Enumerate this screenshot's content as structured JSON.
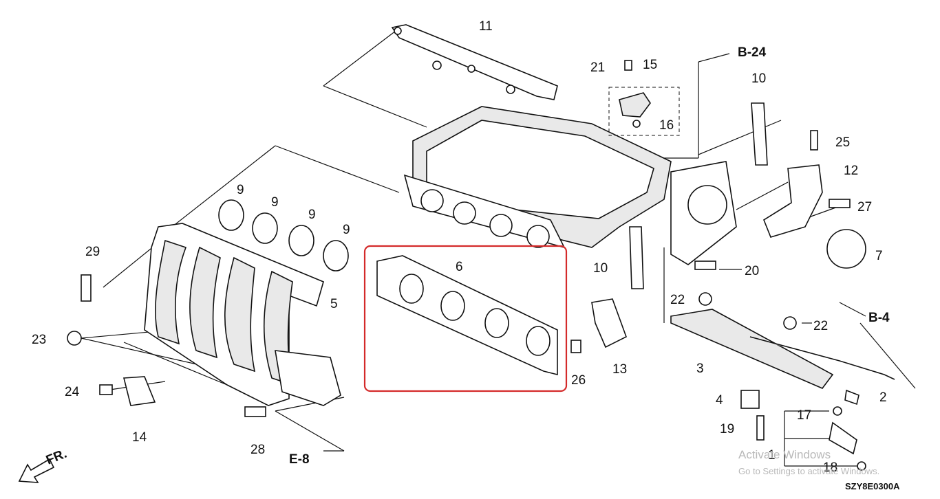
{
  "diagram": {
    "callouts": {
      "p1": "1",
      "p2": "2",
      "p3": "3",
      "p4": "4",
      "p5": "5",
      "p6": "6",
      "p7": "7",
      "p9a": "9",
      "p9b": "9",
      "p9c": "9",
      "p9d": "9",
      "p10a": "10",
      "p10b": "10",
      "p11": "11",
      "p12": "12",
      "p13": "13",
      "p14": "14",
      "p15": "15",
      "p16": "16",
      "p17": "17",
      "p18": "18",
      "p19": "19",
      "p20": "20",
      "p21": "21",
      "p22a": "22",
      "p22b": "22",
      "p23": "23",
      "p24": "24",
      "p25": "25",
      "p26": "26",
      "p27": "27",
      "p28": "28",
      "p29": "29"
    },
    "references": {
      "b24": "B-24",
      "b4": "B-4",
      "e8": "E-8"
    },
    "front_arrow": "FR.",
    "diagram_code": "SZY8E0300A",
    "highlight_color": "#d42a2a"
  },
  "watermark": {
    "line1": "Activate Windows",
    "line2": "Go to Settings to activate Windows."
  }
}
